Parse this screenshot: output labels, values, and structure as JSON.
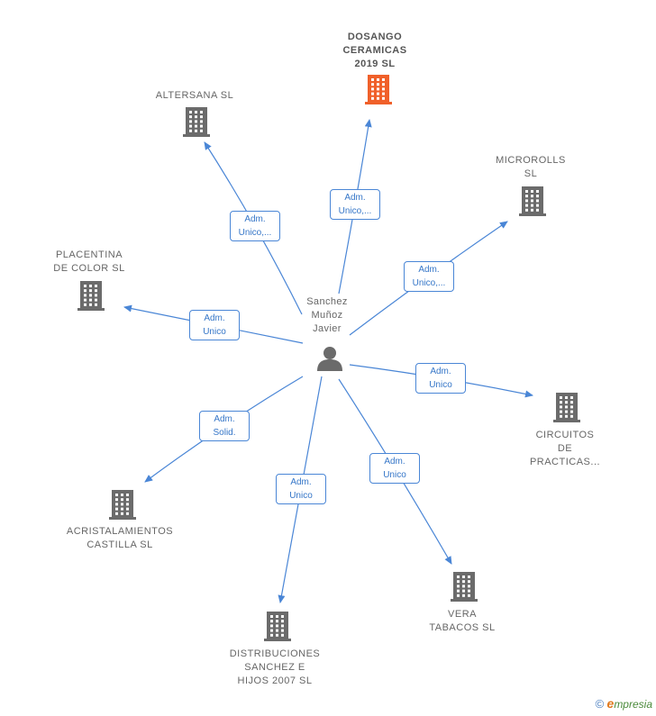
{
  "center": {
    "label": "Sanchez\nMuñoz\nJavier",
    "icon": "person-icon"
  },
  "nodes": [
    {
      "id": "dosango",
      "label": "DOSANGO\nCERAMICAS\n2019  SL",
      "highlight": true,
      "color": "#f0602a"
    },
    {
      "id": "altersana",
      "label": "ALTERSANA SL",
      "highlight": false,
      "color": "#6b6b6b"
    },
    {
      "id": "microrolls",
      "label": "MICROROLLS\nSL",
      "highlight": false,
      "color": "#6b6b6b"
    },
    {
      "id": "placentina",
      "label": "PLACENTINA\nDE COLOR SL",
      "highlight": false,
      "color": "#6b6b6b"
    },
    {
      "id": "circuitos",
      "label": "CIRCUITOS\nDE\nPRACTICAS...",
      "highlight": false,
      "color": "#6b6b6b"
    },
    {
      "id": "acristalamientos",
      "label": "ACRISTALAMIENTOS\nCASTILLA SL",
      "highlight": false,
      "color": "#6b6b6b"
    },
    {
      "id": "distribuciones",
      "label": "DISTRIBUCIONES\nSANCHEZ E\nHIJOS 2007 SL",
      "highlight": false,
      "color": "#6b6b6b"
    },
    {
      "id": "vera",
      "label": "VERA\nTABACOS  SL",
      "highlight": false,
      "color": "#6b6b6b"
    }
  ],
  "relations": [
    {
      "to": "dosango",
      "label": "Adm.\nUnico,..."
    },
    {
      "to": "altersana",
      "label": "Adm.\nUnico,..."
    },
    {
      "to": "microrolls",
      "label": "Adm.\nUnico,..."
    },
    {
      "to": "placentina",
      "label": "Adm.\nUnico"
    },
    {
      "to": "circuitos",
      "label": "Adm.\nUnico"
    },
    {
      "to": "acristalamientos",
      "label": "Adm.\nSolid."
    },
    {
      "to": "distribuciones",
      "label": "Adm.\nUnico"
    },
    {
      "to": "vera",
      "label": "Adm.\nUnico"
    }
  ],
  "colors": {
    "edge": "#4a86d6",
    "building": "#6b6b6b",
    "highlight": "#f0602a"
  },
  "footer": {
    "copyright": "©",
    "brand_initial": "e",
    "brand_rest": "mpresia"
  }
}
